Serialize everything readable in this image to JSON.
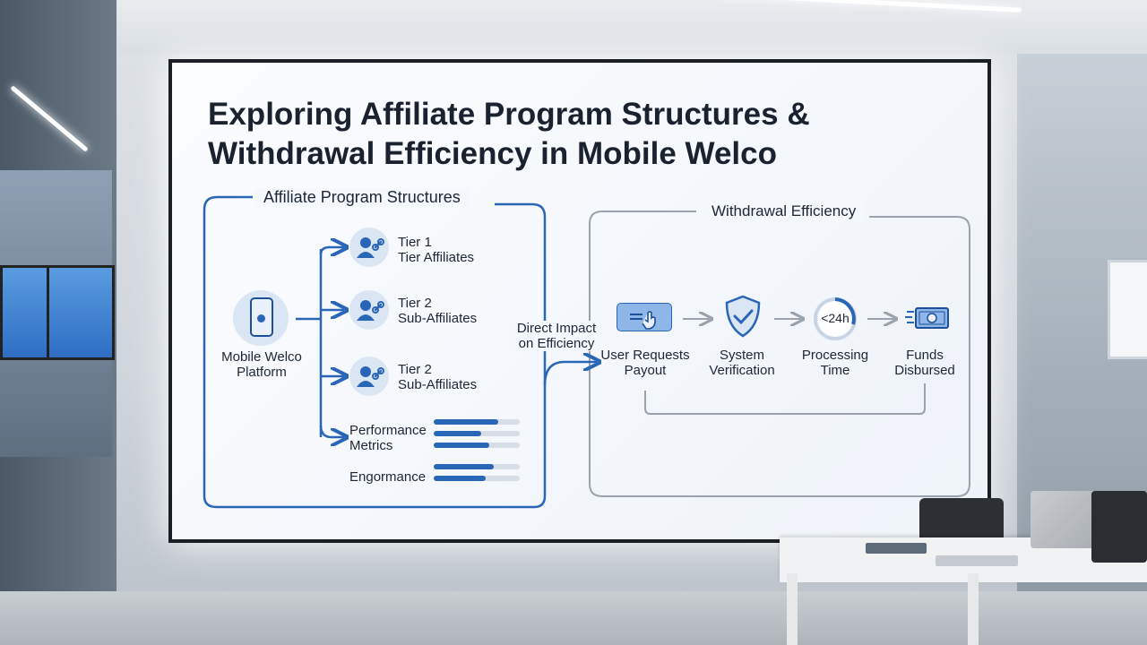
{
  "diagram": {
    "title_line1": "Exploring Affiliate Program Structures &",
    "title_line2": "Withdrawal Efficiency in Mobile Welco",
    "affiliate_panel": {
      "label": "Affiliate Program Structures",
      "platform_label": "Mobile Welco Platform",
      "tiers": [
        {
          "line1": "Tier 1",
          "line2": "Tier Affiliates"
        },
        {
          "line1": "Tier 2",
          "line2": "Sub-Affiliates"
        },
        {
          "line1": "Tier 2",
          "line2": "Sub-Affiliates"
        }
      ],
      "metrics": [
        {
          "label_line1": "Performance",
          "label_line2": "Metrics",
          "levels": [
            0.75,
            0.55,
            0.65
          ]
        },
        {
          "label_line1": "Engormance",
          "label_line2": "",
          "levels": [
            0.7,
            0.6
          ]
        }
      ]
    },
    "connector_label_line1": "Direct Impact",
    "connector_label_line2": "on Efficiency",
    "withdrawal_panel": {
      "label": "Withdrawal Efficiency",
      "steps": [
        {
          "line1": "User Requests",
          "line2": "Payout",
          "icon": "hand-pointer-icon"
        },
        {
          "line1": "System",
          "line2": "Verification",
          "icon": "shield-check-icon"
        },
        {
          "line1": "Processing",
          "line2": "Time",
          "icon": "timer-icon",
          "badge": "<24h"
        },
        {
          "line1": "Funds",
          "line2": "Disbursed",
          "icon": "money-icon"
        }
      ]
    },
    "colors": {
      "accent": "#2a66b8",
      "light_accent": "#dbe6f4",
      "gray_line": "#9aa3ad"
    }
  }
}
